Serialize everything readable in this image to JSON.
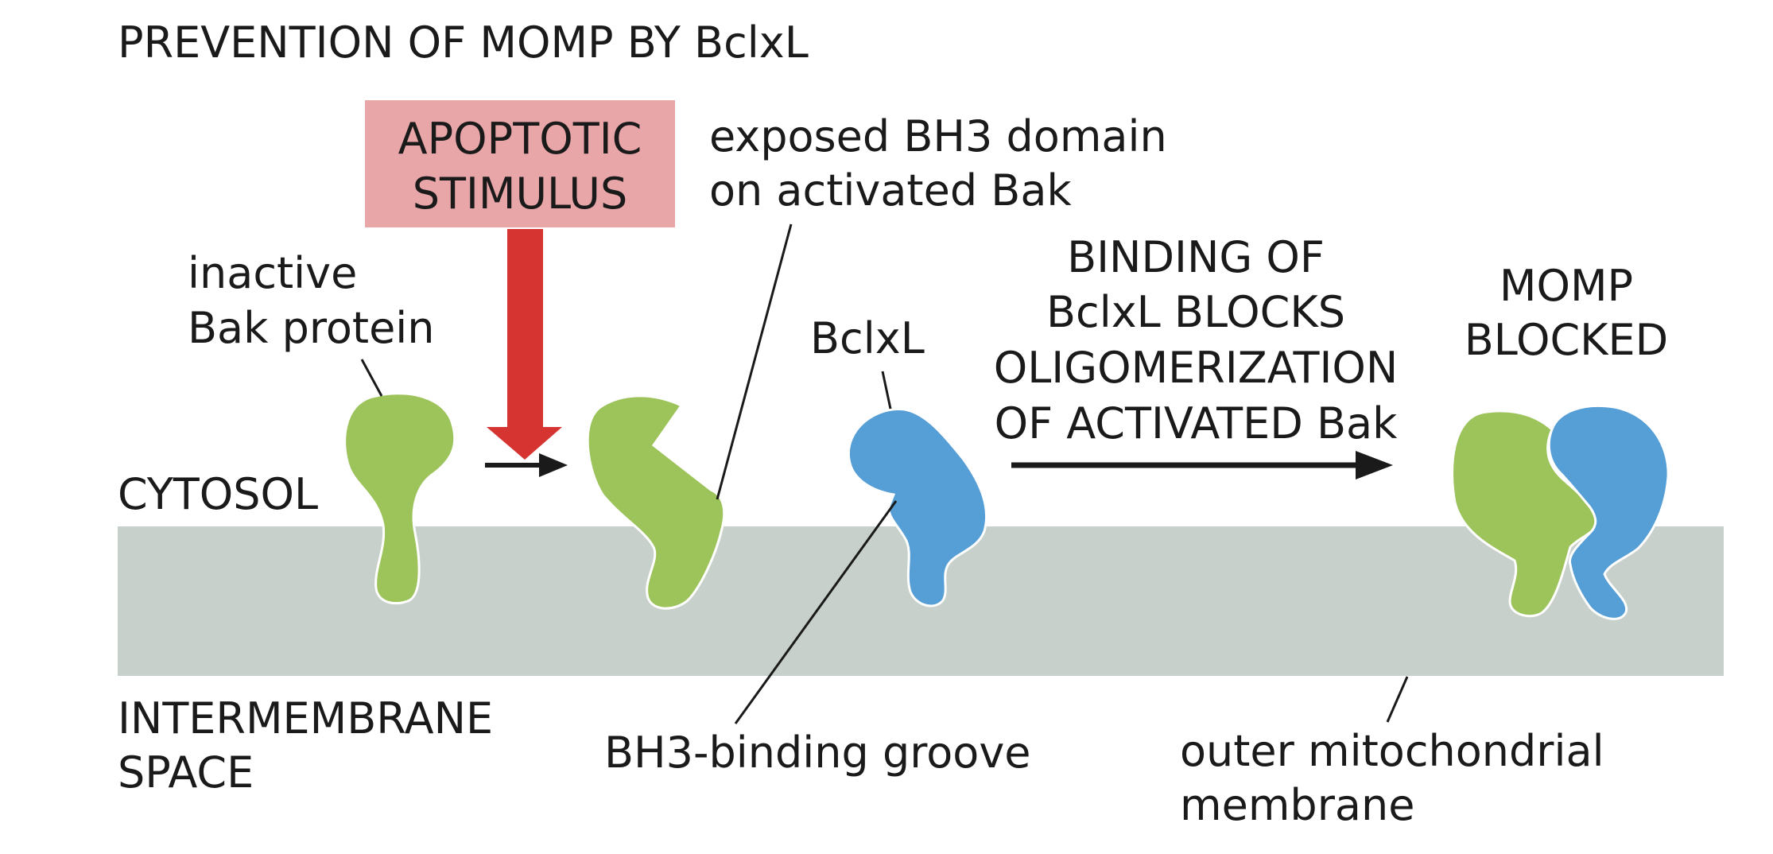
{
  "title": "PREVENTION OF MOMP BY BclxL",
  "stimulus": {
    "line1": "APOPTOTIC",
    "line2": "STIMULUS"
  },
  "labels": {
    "inactive_bak": {
      "line1": "inactive",
      "line2": "Bak protein"
    },
    "exposed_bh3": {
      "line1": "exposed BH3 domain",
      "line2": "on activated Bak"
    },
    "bclxl": "BclxL",
    "binding": {
      "line1": "BINDING OF",
      "line2": "BclxL BLOCKS",
      "line3": "OLIGOMERIZATION",
      "line4": "OF ACTIVATED Bak"
    },
    "momp": {
      "line1": "MOMP",
      "line2": "BLOCKED"
    },
    "cytosol": "CYTOSOL",
    "intermembrane": {
      "line1": "INTERMEMBRANE",
      "line2": "SPACE"
    },
    "groove": "BH3-binding groove",
    "membrane": {
      "line1": "outer mitochondrial",
      "line2": "membrane"
    }
  },
  "colors": {
    "bak_green": "#9dc35b",
    "bclxl_blue": "#569ed6",
    "membrane_gray": "#c8d0cc",
    "stimulus_box": "#e9a6a8",
    "stimulus_arrow": "#d63431",
    "text": "#1a1a1a"
  }
}
